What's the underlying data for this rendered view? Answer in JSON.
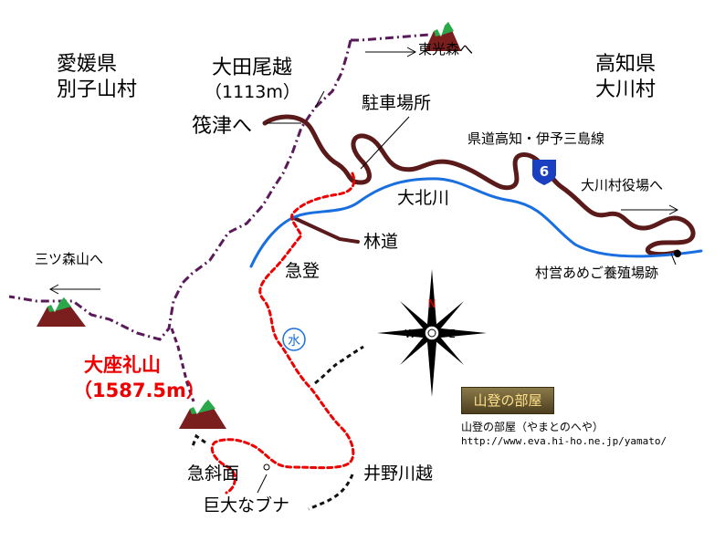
{
  "labels": {
    "ehime": "愛媛県",
    "besshi": "別子山村",
    "otao": "大田尾越",
    "otao_elev": "（1113m）",
    "sasatsu": "筏津へ",
    "parking": "駐車場所",
    "prefroad": "県道高知・伊予三島線",
    "route_num": "6",
    "kochi": "高知県",
    "okawa": "大川村",
    "tokomori": "東光森へ",
    "okawa_office": "大川村役場へ",
    "okitagawa": "大北川",
    "rindo": "林道",
    "kyuto": "急登",
    "amego": "村営あめご養殖場跡",
    "mitsumori": "三ツ森山へ",
    "ozare": "大座礼山",
    "ozare_elev": "（1587.5m）",
    "water": "水",
    "kyushamen": "急斜面",
    "buna": "巨大なブナ",
    "inogawa": "井野川越",
    "site_badge": "山登の部屋",
    "site_name": "山登の部屋（やまとのへや）",
    "site_url": "http://www.eva.hi-ho.ne.jp/yamato/"
  },
  "compass": {
    "n": "N",
    "e": "E",
    "s": "S",
    "w": "W"
  },
  "colors": {
    "road": "#5a1a1a",
    "river": "#1a6fe0",
    "trail": "#ee0000",
    "ridge": "#5a1a5a",
    "other_path": "#111111",
    "mountain": "#7a1e1e",
    "mountain_top": "#2aa84a"
  }
}
